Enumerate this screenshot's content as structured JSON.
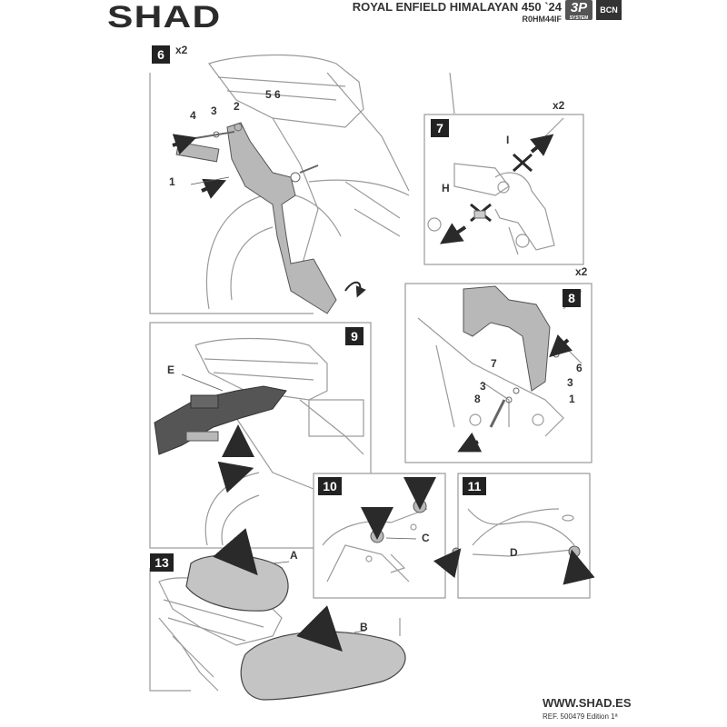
{
  "header": {
    "brand": "SHAD",
    "model": "ROYAL ENFIELD HIMALAYAN 450 `24",
    "ref_code": "R0HM44IF",
    "badge_3p": "3P",
    "badge_3p_sub": "SYSTEM",
    "badge_bcn": "BCN"
  },
  "steps": {
    "s6": {
      "number": "6",
      "multiplier": "x2",
      "labels": [
        "4",
        "3",
        "2",
        "5",
        "6",
        "1"
      ]
    },
    "s7": {
      "number": "7",
      "multiplier": "x2",
      "labels": [
        "I",
        "H"
      ]
    },
    "s8": {
      "number": "8",
      "multiplier": "x2",
      "labels": [
        "7",
        "6",
        "3",
        "3",
        "8",
        "1"
      ]
    },
    "s9": {
      "number": "9",
      "labels": [
        "E"
      ]
    },
    "s10": {
      "number": "10",
      "labels": [
        "C"
      ]
    },
    "s11": {
      "number": "11",
      "labels": [
        "D"
      ]
    },
    "s13": {
      "number": "13",
      "labels": [
        "A",
        "B"
      ]
    }
  },
  "footer": {
    "url": "WWW.SHAD.ES",
    "ref": "REF. 500479 Edition 1ª"
  },
  "colors": {
    "line": "#9a9a9a",
    "part_fill": "#b8b8b8",
    "seat_fill": "#c4c4c4",
    "arrow": "#2a2a2a",
    "step_badge": "#222222"
  }
}
